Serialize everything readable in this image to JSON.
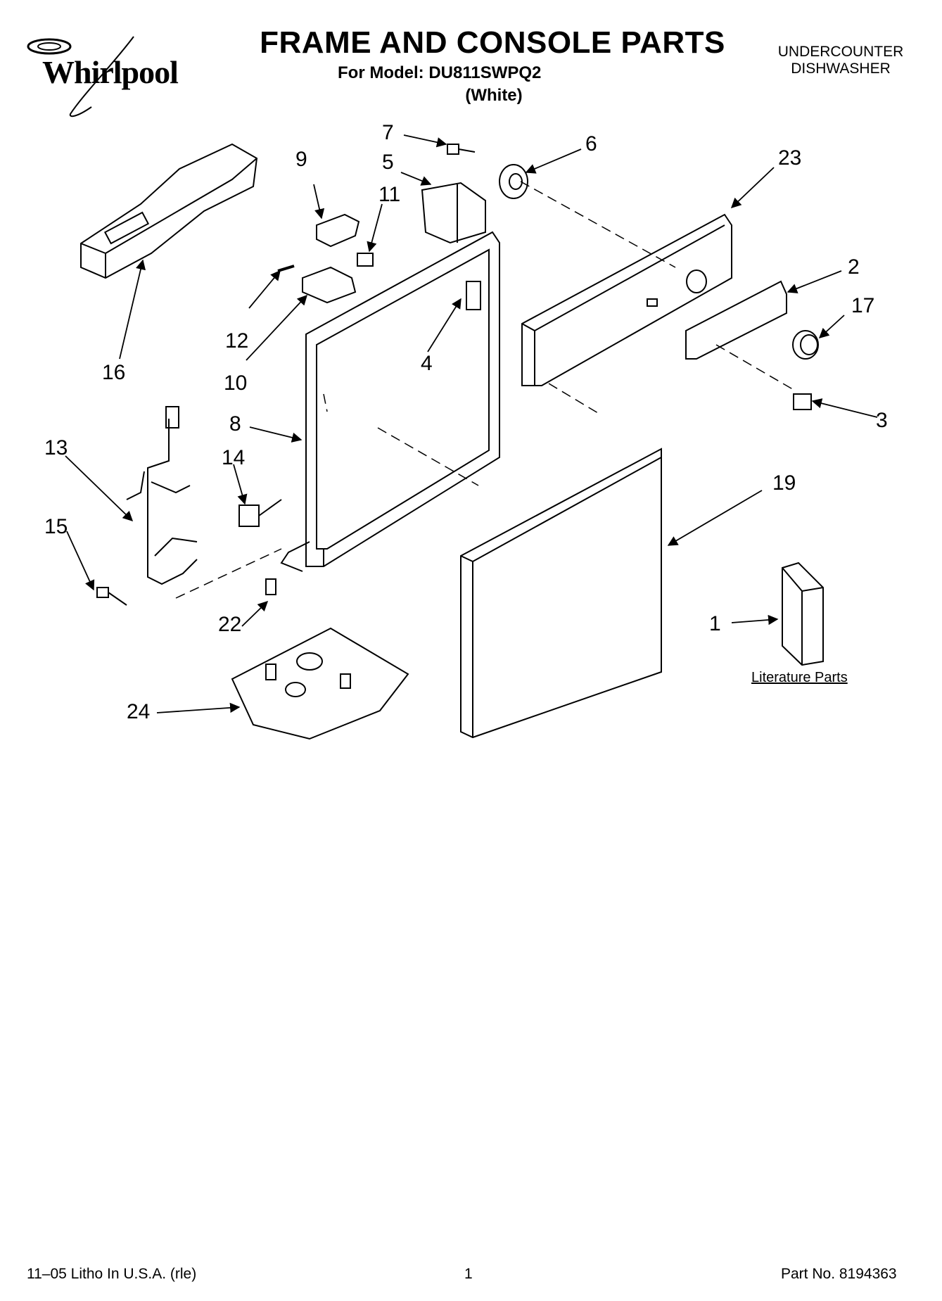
{
  "header": {
    "brand": "Whirlpool",
    "title": "FRAME AND CONSOLE PARTS",
    "model_line": "For Model: DU811SWPQ2",
    "color_line": "(White)",
    "appliance_type_line1": "UNDERCOUNTER",
    "appliance_type_line2": "DISHWASHER"
  },
  "callouts": [
    "1",
    "2",
    "3",
    "4",
    "5",
    "6",
    "7",
    "8",
    "9",
    "10",
    "11",
    "12",
    "13",
    "14",
    "15",
    "16",
    "17",
    "19",
    "22",
    "23",
    "24"
  ],
  "literature_label": "Literature Parts",
  "footer": {
    "litho": "11–05 Litho In U.S.A. (rle)",
    "page": "1",
    "part_no": "Part No. 8194363"
  }
}
